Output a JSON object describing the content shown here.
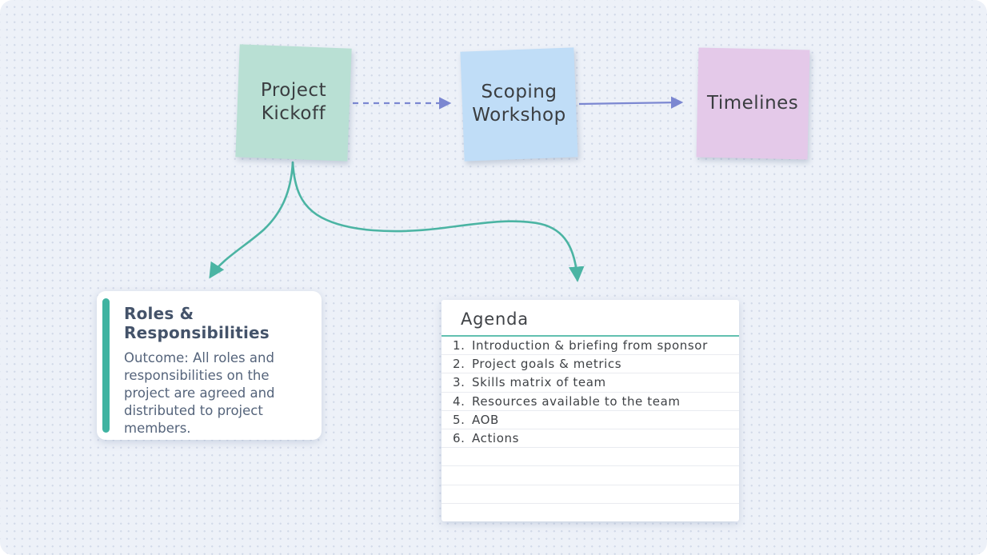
{
  "board": {
    "background_color": "#edf1f8",
    "dot_color": "#d2d9e8"
  },
  "sticky_notes": [
    {
      "text": "Project Kickoff",
      "color": "#b9e0d4"
    },
    {
      "text": "Scoping Workshop",
      "color": "#c0ddf7"
    },
    {
      "text": "Timelines",
      "color": "#e4c9e9"
    }
  ],
  "connectors": {
    "flow_color": "#7b87d1",
    "branch_color": "#4bb4a3"
  },
  "roles_card": {
    "accent_color": "#3fb3a1",
    "title": "Roles & Responsibilities",
    "body": "Outcome: All roles and responsibilities on the project are agreed and distributed to project members."
  },
  "agenda_card": {
    "title": "Agenda",
    "underline_color": "#62c0b0",
    "items": [
      "Introduction & briefing from sponsor",
      "Project goals & metrics",
      "Skills matrix of team",
      "Resources available to the team",
      "AOB",
      "Actions"
    ],
    "empty_rows": 3
  }
}
